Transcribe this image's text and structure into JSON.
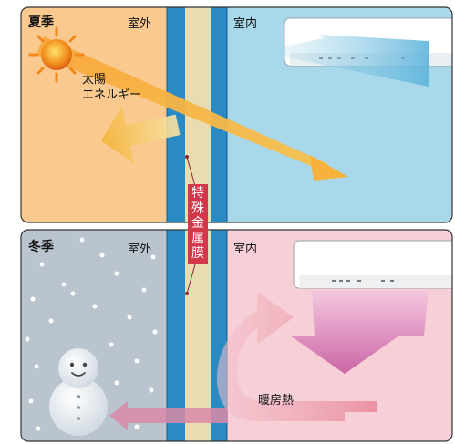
{
  "summer": {
    "season_label": "夏季",
    "outside_label": "室外",
    "inside_label": "室内",
    "sun_label_line1": "太陽",
    "sun_label_line2": "エネルギー"
  },
  "winter": {
    "season_label": "冬季",
    "outside_label": "室外",
    "inside_label": "室内",
    "heat_label": "暖房熱"
  },
  "film_label": [
    "特",
    "殊",
    "金",
    "属",
    "膜"
  ],
  "colors": {
    "summer_outside_bg": "#f9c98f",
    "summer_inside_bg": "#a9d8ea",
    "winter_outside_bg": "#b9c4cf",
    "winter_inside_bg": "#f6cfd7",
    "glass_blue": "#2a8ac4",
    "film_beige": "#e8ddb0",
    "film_label_bg": "#d4364a",
    "sun_arrow": "#f6b23c",
    "heat_arrow": "#e88a9c",
    "cool_air": "#5eb4dc",
    "warm_air": "#d76aa4"
  }
}
